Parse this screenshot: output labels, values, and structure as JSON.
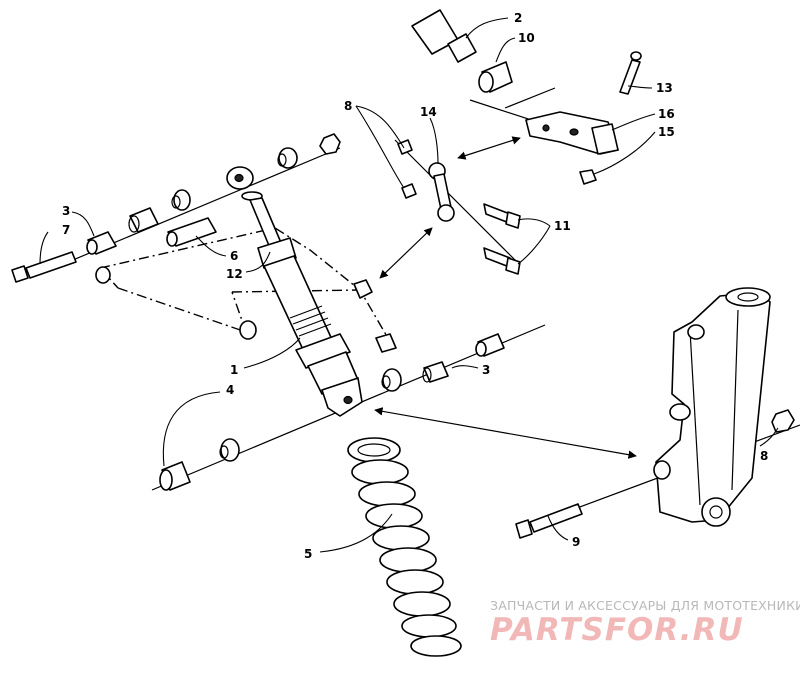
{
  "diagram": {
    "callouts": {
      "c1": "1",
      "c2": "2",
      "c3a": "3",
      "c3b": "3",
      "c4": "4",
      "c5": "5",
      "c6": "6",
      "c7": "7",
      "c8a": "8",
      "c8b": "8",
      "c9": "9",
      "c10": "10",
      "c11": "11",
      "c12": "12",
      "c13": "13",
      "c14": "14",
      "c15": "15",
      "c16": "16"
    }
  },
  "watermark": {
    "caption": "ЗАПЧАСТИ И АКСЕССУАРЫ ДЛЯ МОТОТЕХНИКИ",
    "logo": "PARTSFOR.RU"
  },
  "colors": {
    "line": "#000000",
    "watermark_caption": "#b8b8b8",
    "watermark_logo": "#f2b8b8"
  }
}
